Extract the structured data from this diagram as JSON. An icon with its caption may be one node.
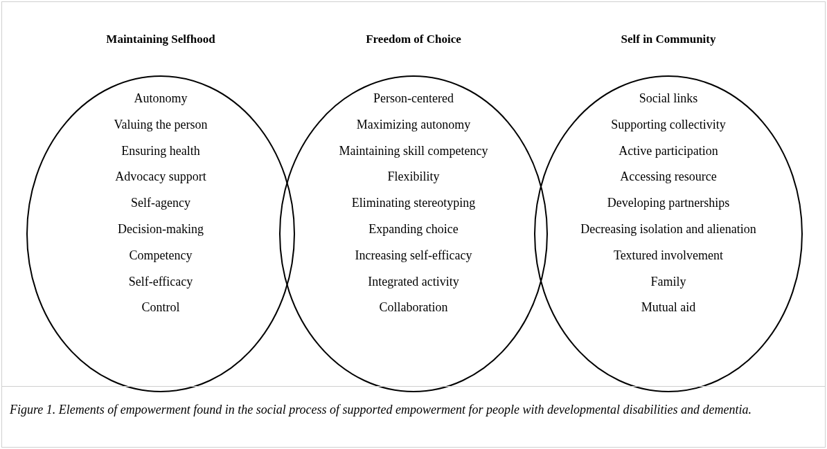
{
  "diagram": {
    "caption": "Figure 1. Elements of empowerment found in the social process of supported empowerment for people with developmental disabilities and dementia.",
    "nodes": [
      {
        "text": [
          "Maintaining Selfhood",
          "Autonomy",
          "Valuing the person",
          "Ensuring health",
          "Advocacy support",
          "Self-agency",
          "Decision-making",
          "Competency",
          "Self-efficacy",
          "Control"
        ]
      },
      {
        "text": [
          "Freedom of Choice",
          "Person-centered",
          "Maximizing autonomy",
          "Maintaining skill competency",
          "Flexibility",
          "Eliminating stereotyping",
          "Expanding choice",
          "Increasing self-efficacy",
          "Integrated activity",
          "Collaboration"
        ]
      },
      {
        "text": [
          "Self in Community",
          "Social links",
          "Supporting collectivity",
          "Active participation",
          "Accessing resource",
          "Developing partnerships",
          "Decreasing isolation and alienation",
          "Textured involvement",
          "Family",
          "Mutual aid"
        ]
      }
    ]
  }
}
